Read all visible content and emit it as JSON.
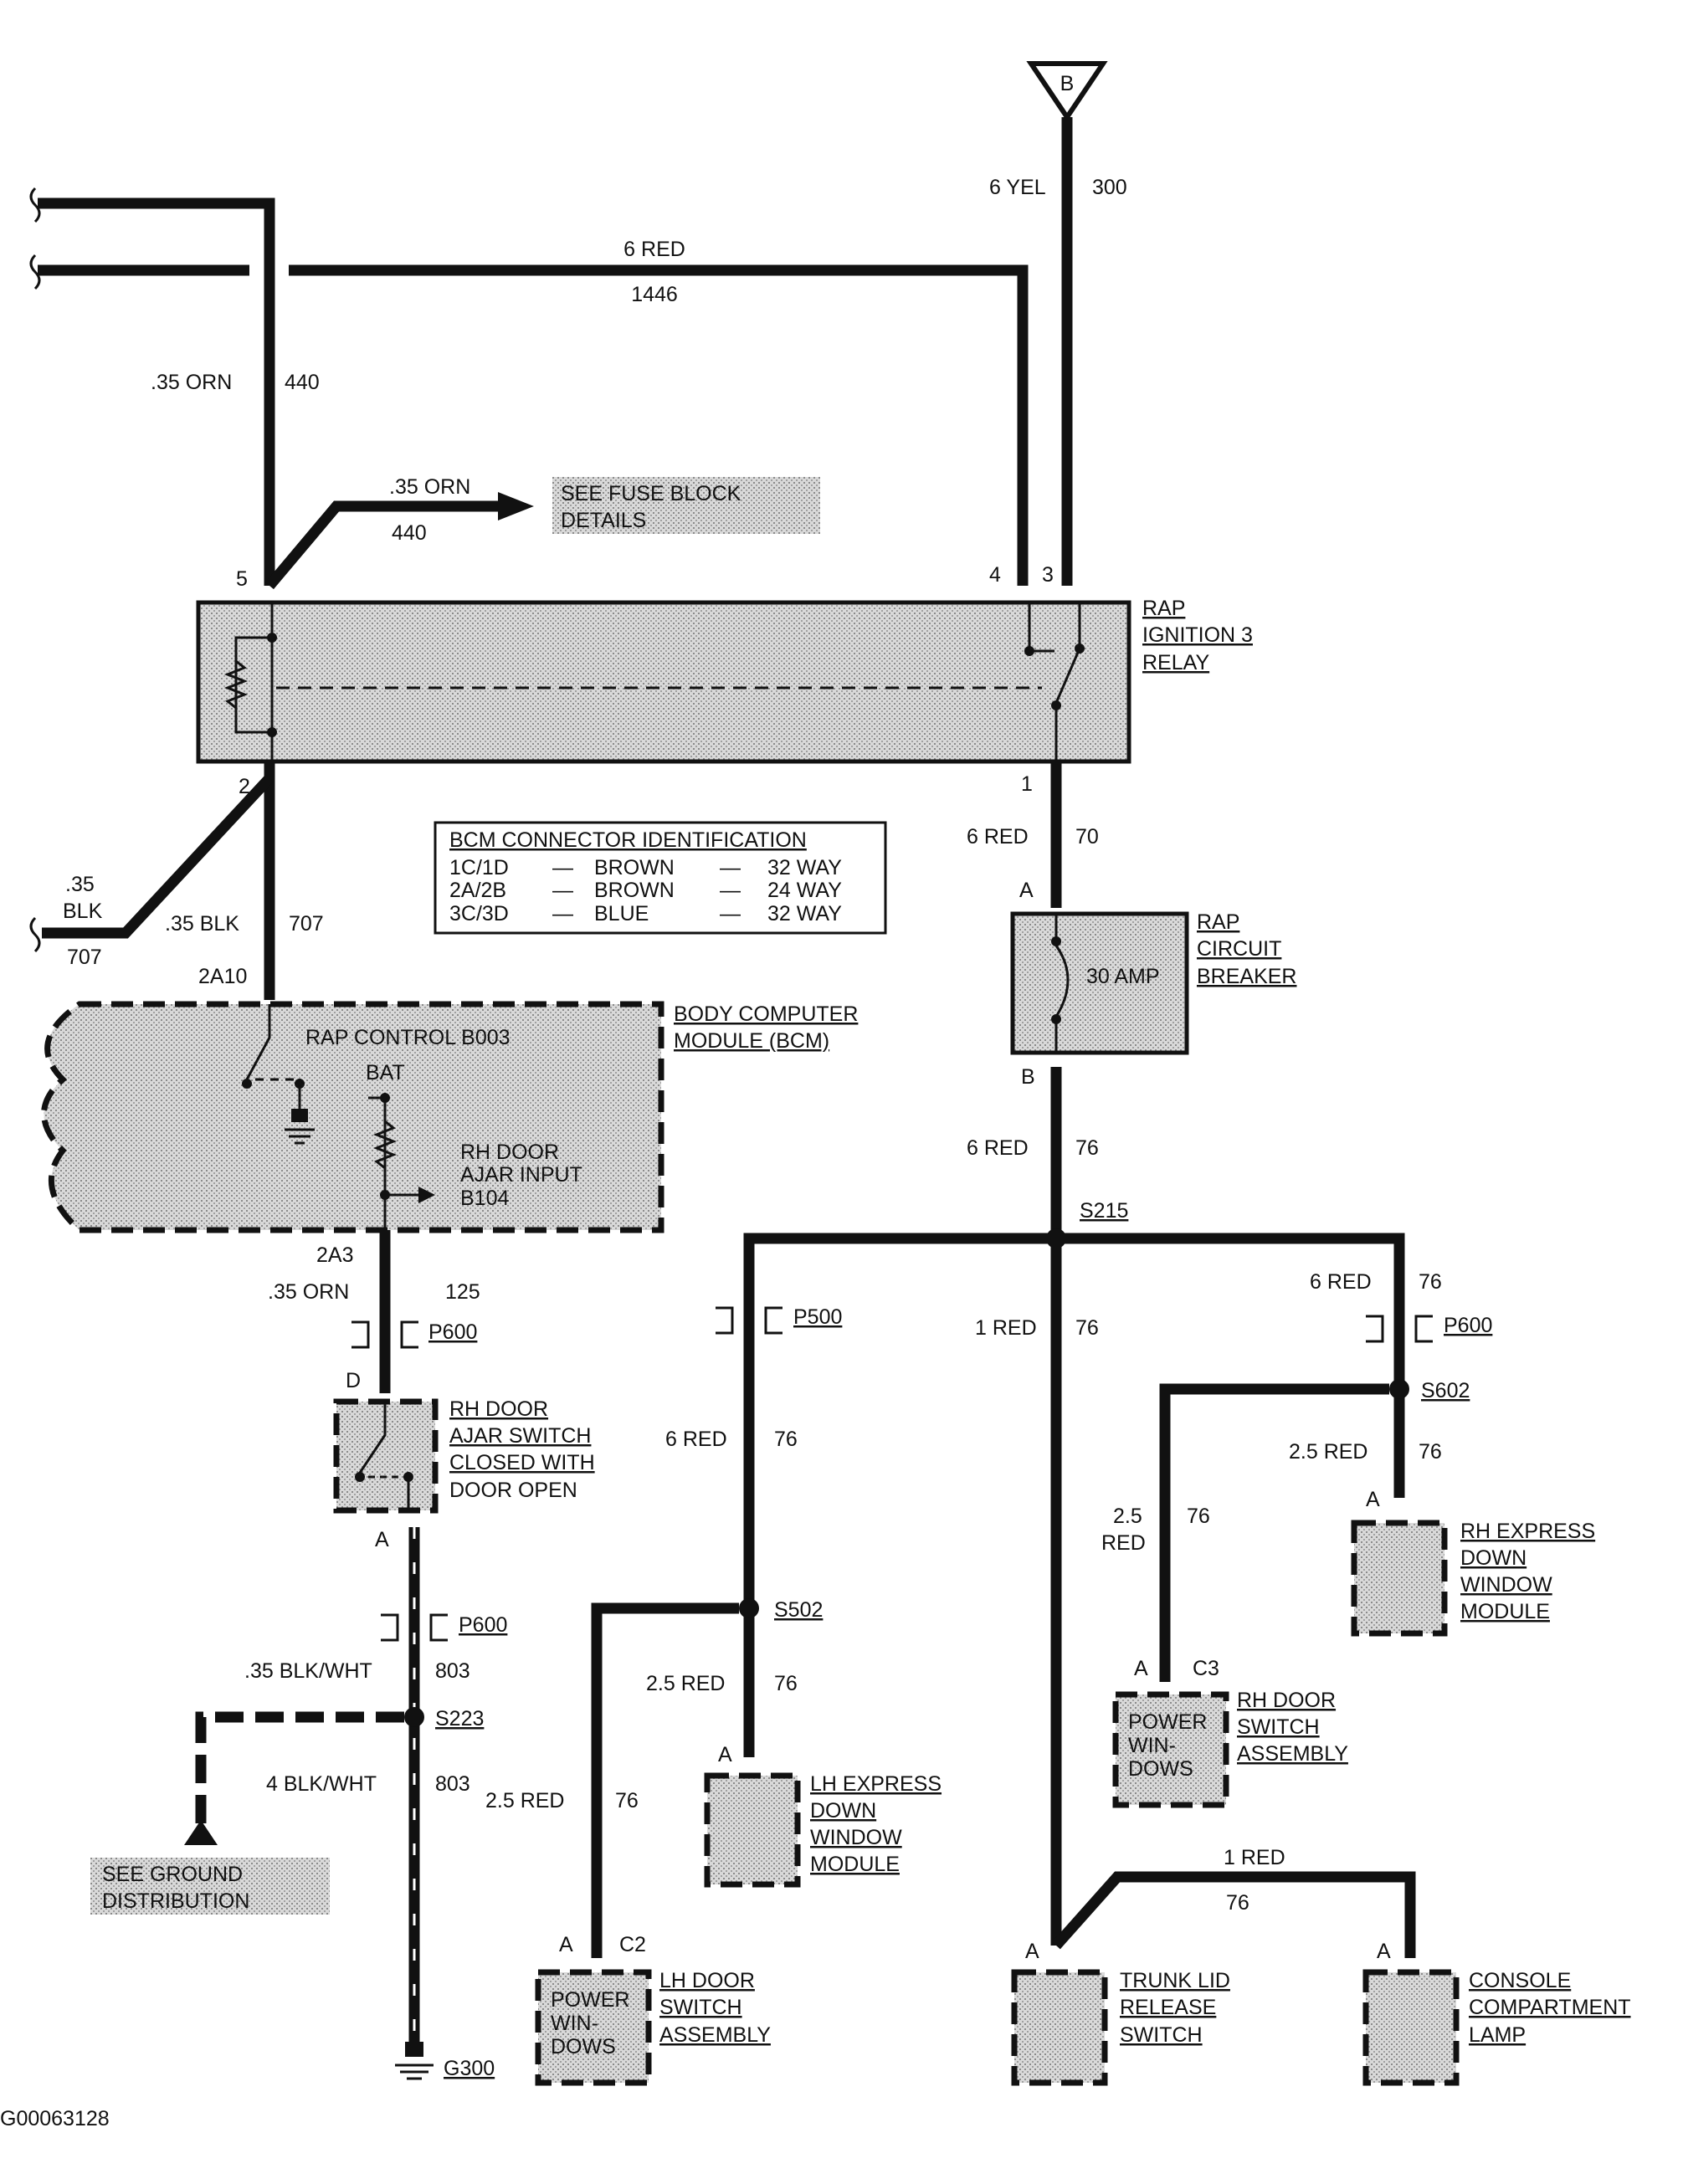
{
  "figure_id": "G00063128",
  "source": {
    "letter": "B",
    "wire_gauge_color": "6 YEL",
    "circuit": "300"
  },
  "top_feeds": {
    "orn_wire": ".35 ORN",
    "orn_circuit": "440",
    "red_wire": "6 RED",
    "red_circuit": "1446",
    "fuse_ref_wire": ".35 ORN",
    "fuse_ref_circuit": "440",
    "fuse_ref_note_1": "SEE FUSE BLOCK",
    "fuse_ref_note_2": "DETAILS"
  },
  "relay": {
    "title_1": "RAP",
    "title_2": "IGNITION 3",
    "title_3": "RELAY",
    "pin_5": "5",
    "pin_4": "4",
    "pin_3": "3",
    "pin_2": "2",
    "pin_1": "1"
  },
  "bcm_table": {
    "title": "BCM CONNECTOR IDENTIFICATION",
    "rows": [
      {
        "pins": "1C/1D",
        "color": "BROWN",
        "size": "32 WAY"
      },
      {
        "pins": "2A/2B",
        "color": "BROWN",
        "size": "24 WAY"
      },
      {
        "pins": "3C/3D",
        "color": "BLUE",
        "size": "32 WAY"
      }
    ],
    "dash": "—"
  },
  "ground_branch": {
    "gauge": ".35",
    "color": "BLK",
    "circuit": "707",
    "wire": ".35 BLK",
    "wire_circuit": "707"
  },
  "bcm": {
    "pin_in": "2A10",
    "title_1": "BODY COMPUTER",
    "title_2": "MODULE (BCM)",
    "rap_control": "RAP CONTROL B003",
    "bat": "BAT",
    "input_1": "RH DOOR",
    "input_2": "AJAR INPUT",
    "input_3": "B104",
    "pin_out": "2A3"
  },
  "left_path": {
    "wire1": ".35 ORN",
    "circ1": "125",
    "conn1": "P600",
    "pin_d": "D",
    "switch_1": "RH DOOR",
    "switch_2": "AJAR SWITCH",
    "switch_3": "CLOSED WITH",
    "switch_4": "DOOR OPEN",
    "pin_a": "A",
    "conn2": "P600",
    "wire2": ".35 BLK/WHT",
    "circ2": "803",
    "splice": "S223",
    "wire3": "4 BLK/WHT",
    "circ3": "803",
    "ground_note_1": "SEE GROUND",
    "ground_note_2": "DISTRIBUTION",
    "ground": "G300"
  },
  "breaker": {
    "pin_a": "A",
    "pin_b": "B",
    "rating": "30 AMP",
    "title_1": "RAP",
    "title_2": "CIRCUIT",
    "title_3": "BREAKER",
    "in_wire": "6 RED",
    "in_circ": "70",
    "out_wire": "6 RED",
    "out_circ": "76"
  },
  "s215": "S215",
  "lh_branch": {
    "conn": "P500",
    "wire": "6 RED",
    "circ": "76",
    "splice": "S502",
    "w_module": "2.5 RED",
    "c_module": "76",
    "w_switch": "2.5 RED",
    "c_switch": "76",
    "module_pin": "A",
    "module_1": "LH EXPRESS",
    "module_2": "DOWN",
    "module_3": "WINDOW",
    "module_4": "MODULE",
    "switch_pin_a": "A",
    "switch_pin_c": "C2",
    "switch_inner_1": "POWER",
    "switch_inner_2": "WIN-",
    "switch_inner_3": "DOWS",
    "switch_1": "LH DOOR",
    "switch_2": "SWITCH",
    "switch_3": "ASSEMBLY"
  },
  "center_branch": {
    "wire": "1 RED",
    "circ": "76",
    "wire2": "1 RED",
    "circ2": "76",
    "trunk_pin": "A",
    "trunk_1": "TRUNK LID",
    "trunk_2": "RELEASE",
    "trunk_3": "SWITCH",
    "console_pin": "A",
    "console_1": "CONSOLE",
    "console_2": "COMPARTMENT",
    "console_3": "LAMP"
  },
  "rh_branch": {
    "wire": "6 RED",
    "circ": "76",
    "conn": "P600",
    "splice": "S602",
    "w_module": "2.5 RED",
    "c_module": "76",
    "w_switch_1": "2.5",
    "w_switch_2": "RED",
    "c_switch": "76",
    "module_pin": "A",
    "module_1": "RH EXPRESS",
    "module_2": "DOWN",
    "module_3": "WINDOW",
    "module_4": "MODULE",
    "switch_pin_a": "A",
    "switch_pin_c": "C3",
    "switch_inner_1": "POWER",
    "switch_inner_2": "WIN-",
    "switch_inner_3": "DOWS",
    "switch_1": "RH DOOR",
    "switch_2": "SWITCH",
    "switch_3": "ASSEMBLY"
  }
}
